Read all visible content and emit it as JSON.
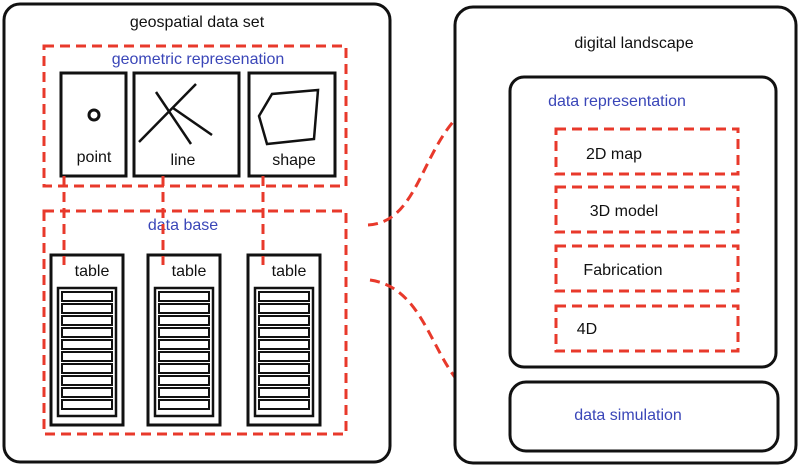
{
  "left_panel": {
    "title": "geospatial data set",
    "geometric_group": {
      "title": "geometric represenation",
      "items": [
        {
          "label": "point",
          "icon": "point-icon"
        },
        {
          "label": "line",
          "icon": "lines-icon"
        },
        {
          "label": "shape",
          "icon": "polygon-icon"
        }
      ]
    },
    "database_group": {
      "title": "data base",
      "tables": [
        {
          "label": "table"
        },
        {
          "label": "table"
        },
        {
          "label": "table"
        }
      ]
    }
  },
  "right_panel": {
    "title": "digital landscape",
    "representation_group": {
      "title": "data representation",
      "items": [
        {
          "label": "2D map"
        },
        {
          "label": "3D model"
        },
        {
          "label": "Fabrication"
        },
        {
          "label": "4D"
        }
      ]
    },
    "simulation": {
      "label": "data simulation"
    }
  },
  "colors": {
    "dashed_outline": "#e8392b",
    "label_blue": "#3a46b8",
    "stroke": "#111111"
  }
}
